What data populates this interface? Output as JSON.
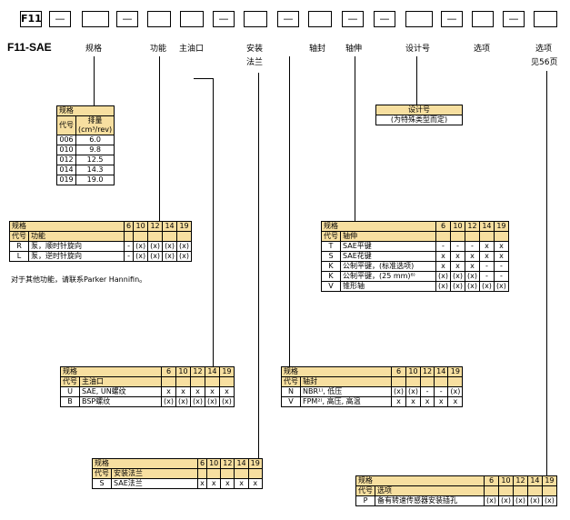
{
  "header": {
    "code": "F11",
    "dash": "—",
    "series_title": "F11-SAE"
  },
  "labels": {
    "spec": "规格",
    "function": "功能",
    "main_port": "主油口",
    "mount_line1": "安装",
    "mount_line2": "法兰",
    "seal": "轴封",
    "shaft": "轴伸",
    "design": "设计号",
    "option1": "选项",
    "option2": "选项",
    "option2_note": "见56页"
  },
  "displacement": {
    "title": "规格",
    "h_code": "代号",
    "h_disp1": "排量",
    "h_disp2": "(cm³/rev)",
    "rows": [
      [
        "006",
        "6.0"
      ],
      [
        "010",
        "9.8"
      ],
      [
        "012",
        "12.5"
      ],
      [
        "014",
        "14.3"
      ],
      [
        "019",
        "19.0"
      ]
    ]
  },
  "design_table": {
    "title": "设计号",
    "sub": "(为特殊类型而定)"
  },
  "func_table": {
    "title": "规格",
    "h_code": "代号",
    "h_name": "功能",
    "sizes": [
      "6",
      "10",
      "12",
      "14",
      "19"
    ],
    "rows": [
      {
        "code": "R",
        "name": "泵，顺时针旋向",
        "v": [
          "-",
          "(x)",
          "(x)",
          "(x)",
          "(x)"
        ]
      },
      {
        "code": "L",
        "name": "泵，逆时针旋向",
        "v": [
          "-",
          "(x)",
          "(x)",
          "(x)",
          "(x)"
        ]
      }
    ],
    "note": "对于其他功能，请联系Parker Hannifin。"
  },
  "shaft_table": {
    "title": "规格",
    "h_code": "代号",
    "h_name": "轴伸",
    "sizes": [
      "6",
      "10",
      "12",
      "14",
      "19"
    ],
    "rows": [
      {
        "code": "T",
        "name": "SAE平键",
        "v": [
          "-",
          "-",
          "-",
          "x",
          "x"
        ]
      },
      {
        "code": "S",
        "name": "SAE花键",
        "v": [
          "x",
          "x",
          "x",
          "x",
          "x"
        ]
      },
      {
        "code": "K",
        "name": "公制平键，(标准选项)",
        "v": [
          "x",
          "x",
          "x",
          "-",
          "-"
        ]
      },
      {
        "code": "K",
        "name": "公制平键，(25 mm)⁸⁾",
        "v": [
          "(x)",
          "(x)",
          "(x)",
          "-",
          "-"
        ]
      },
      {
        "code": "V",
        "name": "锥形轴",
        "v": [
          "(x)",
          "(x)",
          "(x)",
          "(x)",
          "(x)"
        ]
      }
    ]
  },
  "port_table": {
    "title": "规格",
    "h_code": "代号",
    "h_name": "主油口",
    "sizes": [
      "6",
      "10",
      "12",
      "14",
      "19"
    ],
    "rows": [
      {
        "code": "U",
        "name": "SAE, UN螺纹",
        "v": [
          "x",
          "x",
          "x",
          "x",
          "x"
        ]
      },
      {
        "code": "B",
        "name": "BSP螺纹",
        "v": [
          "(x)",
          "(x)",
          "(x)",
          "(x)",
          "(x)"
        ]
      }
    ]
  },
  "seal_table": {
    "title": "规格",
    "h_code": "代号",
    "h_name": "轴封",
    "sizes": [
      "6",
      "10",
      "12",
      "14",
      "19"
    ],
    "rows": [
      {
        "code": "N",
        "name": "NBR¹⁾, 低压",
        "v": [
          "(x)",
          "(x)",
          "-",
          "-",
          "(x)"
        ]
      },
      {
        "code": "V",
        "name": "FPM²⁾, 高压, 高温",
        "v": [
          "x",
          "x",
          "x",
          "x",
          "x"
        ]
      }
    ]
  },
  "flange_table": {
    "title": "规格",
    "h_code": "代号",
    "h_name": "安装法兰",
    "sizes": [
      "6",
      "10",
      "12",
      "14",
      "19"
    ],
    "rows": [
      {
        "code": "S",
        "name": "SAE法兰",
        "v": [
          "x",
          "x",
          "x",
          "x",
          "x"
        ]
      }
    ]
  },
  "option_table": {
    "title": "规格",
    "h_code": "代号",
    "h_name": "选项",
    "sizes": [
      "6",
      "10",
      "12",
      "14",
      "19"
    ],
    "rows": [
      {
        "code": "P",
        "name": "备有转速传感器安装插孔",
        "v": [
          "(x)",
          "(x)",
          "(x)",
          "(x)",
          "(x)"
        ]
      }
    ]
  }
}
